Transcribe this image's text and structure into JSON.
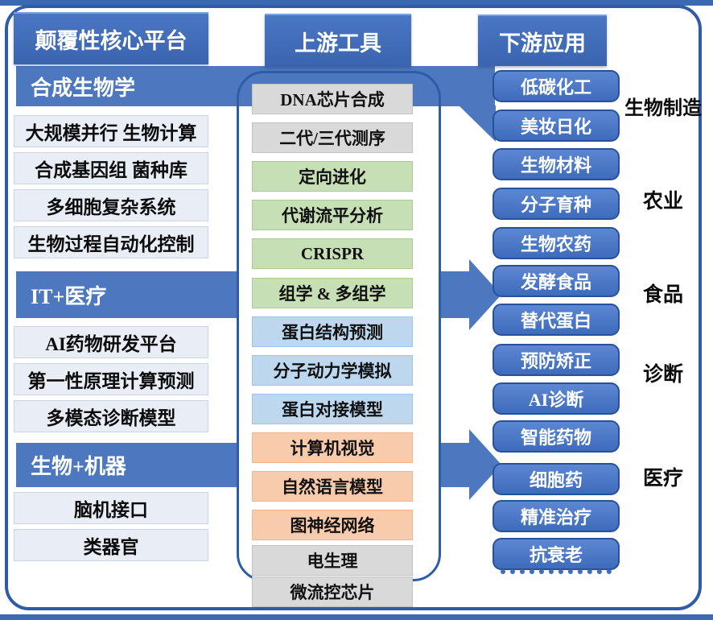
{
  "diagram": {
    "left": {
      "header": "颠覆性核心平台",
      "groups": [
        {
          "label": "合成生物学",
          "items": [
            "大规模并行 生物计算",
            "合成基因组 菌种库",
            "多细胞复杂系统",
            "生物过程自动化控制"
          ]
        },
        {
          "label": "IT+医疗",
          "items": [
            "AI药物研发平台",
            "第一性原理计算预测",
            "多模态诊断模型"
          ]
        },
        {
          "label": "生物+机器",
          "items": [
            "脑机接口",
            "类器官"
          ]
        }
      ]
    },
    "middle": {
      "header": "上游工具",
      "items": [
        {
          "label": "DNA芯片合成",
          "type": "gray"
        },
        {
          "label": "二代/三代测序",
          "type": "gray"
        },
        {
          "label": "定向进化",
          "type": "green"
        },
        {
          "label": "代谢流平分析",
          "type": "green"
        },
        {
          "label": "CRISPR",
          "type": "green"
        },
        {
          "label": "组学 & 多组学",
          "type": "green"
        },
        {
          "label": "蛋白结构预测",
          "type": "lblue"
        },
        {
          "label": "分子动力学模拟",
          "type": "lblue"
        },
        {
          "label": "蛋白对接模型",
          "type": "lblue"
        },
        {
          "label": "计算机视觉",
          "type": "orange"
        },
        {
          "label": "自然语言模型",
          "type": "orange"
        },
        {
          "label": "图神经网络",
          "type": "orange"
        },
        {
          "label": "电生理",
          "type": "gray"
        },
        {
          "label": "微流控芯片",
          "type": "gray"
        }
      ]
    },
    "right": {
      "header": "下游应用",
      "pills": [
        "低碳化工",
        "美妆日化",
        "生物材料",
        "分子育种",
        "生物农药",
        "发酵食品",
        "替代蛋白",
        "预防矫正",
        "AI诊断",
        "智能药物",
        "细胞药",
        "精准治疗",
        "抗衰老"
      ],
      "categories": [
        "生物制造",
        "农业",
        "食品",
        "诊断",
        "医疗"
      ]
    },
    "colors": {
      "header_blue": "#3b66b0",
      "band_blue": "#4d78bf",
      "pill_blue": "#4470c2",
      "frame_blue": "#2f5ca9",
      "tool_green": "#c7dfb4",
      "tool_light_blue": "#bdd7ee",
      "tool_orange": "#f8cbad",
      "tool_gray": "#d9d9d9"
    }
  }
}
